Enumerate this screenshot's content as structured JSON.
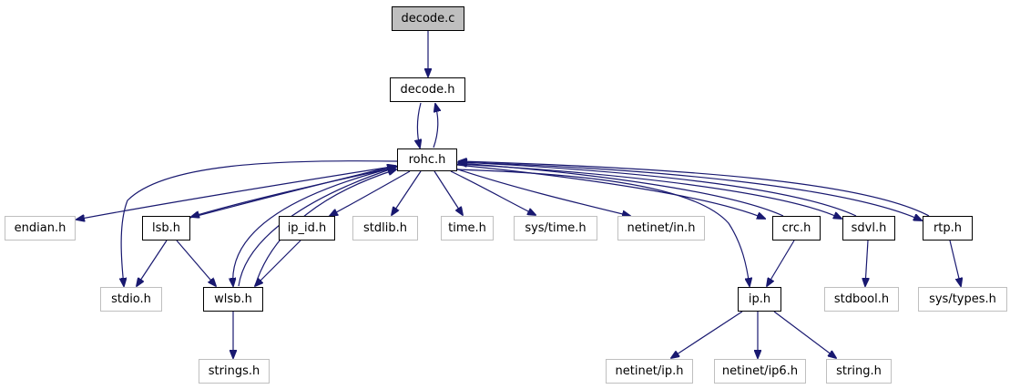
{
  "graph": {
    "edge_color": "#191970",
    "nodes": {
      "decode_c": {
        "label": "decode.c",
        "kind": "current"
      },
      "decode_h": {
        "label": "decode.h",
        "kind": "internal"
      },
      "rohc_h": {
        "label": "rohc.h",
        "kind": "internal"
      },
      "endian_h": {
        "label": "endian.h",
        "kind": "external"
      },
      "lsb_h": {
        "label": "lsb.h",
        "kind": "internal"
      },
      "ip_id_h": {
        "label": "ip_id.h",
        "kind": "internal"
      },
      "stdlib_h": {
        "label": "stdlib.h",
        "kind": "external"
      },
      "time_h": {
        "label": "time.h",
        "kind": "external"
      },
      "sys_time_h": {
        "label": "sys/time.h",
        "kind": "external"
      },
      "netinet_in": {
        "label": "netinet/in.h",
        "kind": "external"
      },
      "crc_h": {
        "label": "crc.h",
        "kind": "internal"
      },
      "sdvl_h": {
        "label": "sdvl.h",
        "kind": "internal"
      },
      "rtp_h": {
        "label": "rtp.h",
        "kind": "internal"
      },
      "stdio_h": {
        "label": "stdio.h",
        "kind": "external"
      },
      "wlsb_h": {
        "label": "wlsb.h",
        "kind": "internal"
      },
      "ip_h": {
        "label": "ip.h",
        "kind": "internal"
      },
      "stdbool_h": {
        "label": "stdbool.h",
        "kind": "external"
      },
      "sys_types": {
        "label": "sys/types.h",
        "kind": "external"
      },
      "strings_h": {
        "label": "strings.h",
        "kind": "external"
      },
      "netinet_ip": {
        "label": "netinet/ip.h",
        "kind": "external"
      },
      "netinet_ip6": {
        "label": "netinet/ip6.h",
        "kind": "external"
      },
      "string_h": {
        "label": "string.h",
        "kind": "external"
      }
    },
    "edges": [
      [
        "decode_c",
        "decode_h"
      ],
      [
        "decode_h",
        "rohc_h"
      ],
      [
        "rohc_h",
        "decode_h"
      ],
      [
        "rohc_h",
        "endian_h"
      ],
      [
        "rohc_h",
        "lsb_h"
      ],
      [
        "rohc_h",
        "ip_id_h"
      ],
      [
        "rohc_h",
        "stdlib_h"
      ],
      [
        "rohc_h",
        "time_h"
      ],
      [
        "rohc_h",
        "sys_time_h"
      ],
      [
        "rohc_h",
        "netinet_in"
      ],
      [
        "rohc_h",
        "crc_h"
      ],
      [
        "rohc_h",
        "sdvl_h"
      ],
      [
        "rohc_h",
        "rtp_h"
      ],
      [
        "rohc_h",
        "stdio_h"
      ],
      [
        "rohc_h",
        "wlsb_h"
      ],
      [
        "rohc_h",
        "ip_h"
      ],
      [
        "lsb_h",
        "rohc_h"
      ],
      [
        "wlsb_h",
        "rohc_h"
      ],
      [
        "ip_id_h",
        "rohc_h"
      ],
      [
        "crc_h",
        "rohc_h"
      ],
      [
        "sdvl_h",
        "rohc_h"
      ],
      [
        "rtp_h",
        "rohc_h"
      ],
      [
        "lsb_h",
        "stdio_h"
      ],
      [
        "lsb_h",
        "wlsb_h"
      ],
      [
        "ip_id_h",
        "wlsb_h"
      ],
      [
        "wlsb_h",
        "strings_h"
      ],
      [
        "crc_h",
        "ip_h"
      ],
      [
        "sdvl_h",
        "stdbool_h"
      ],
      [
        "rtp_h",
        "sys_types"
      ],
      [
        "ip_h",
        "netinet_ip"
      ],
      [
        "ip_h",
        "netinet_ip6"
      ],
      [
        "ip_h",
        "string_h"
      ]
    ]
  }
}
